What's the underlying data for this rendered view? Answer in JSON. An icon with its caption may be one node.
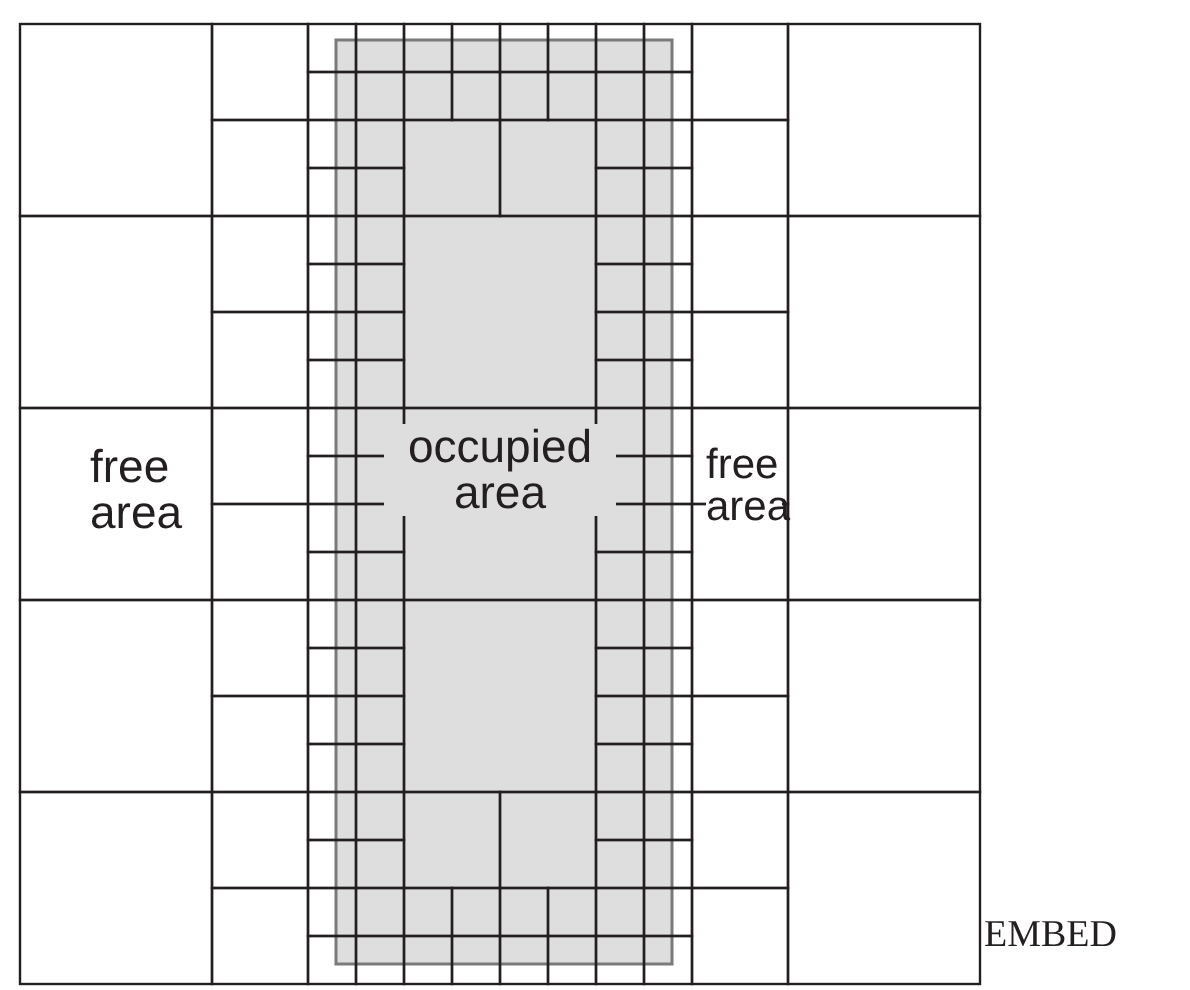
{
  "diagram": {
    "labels": [
      "occupied area",
      "free area",
      "free area",
      "EMBED"
    ]
  }
}
